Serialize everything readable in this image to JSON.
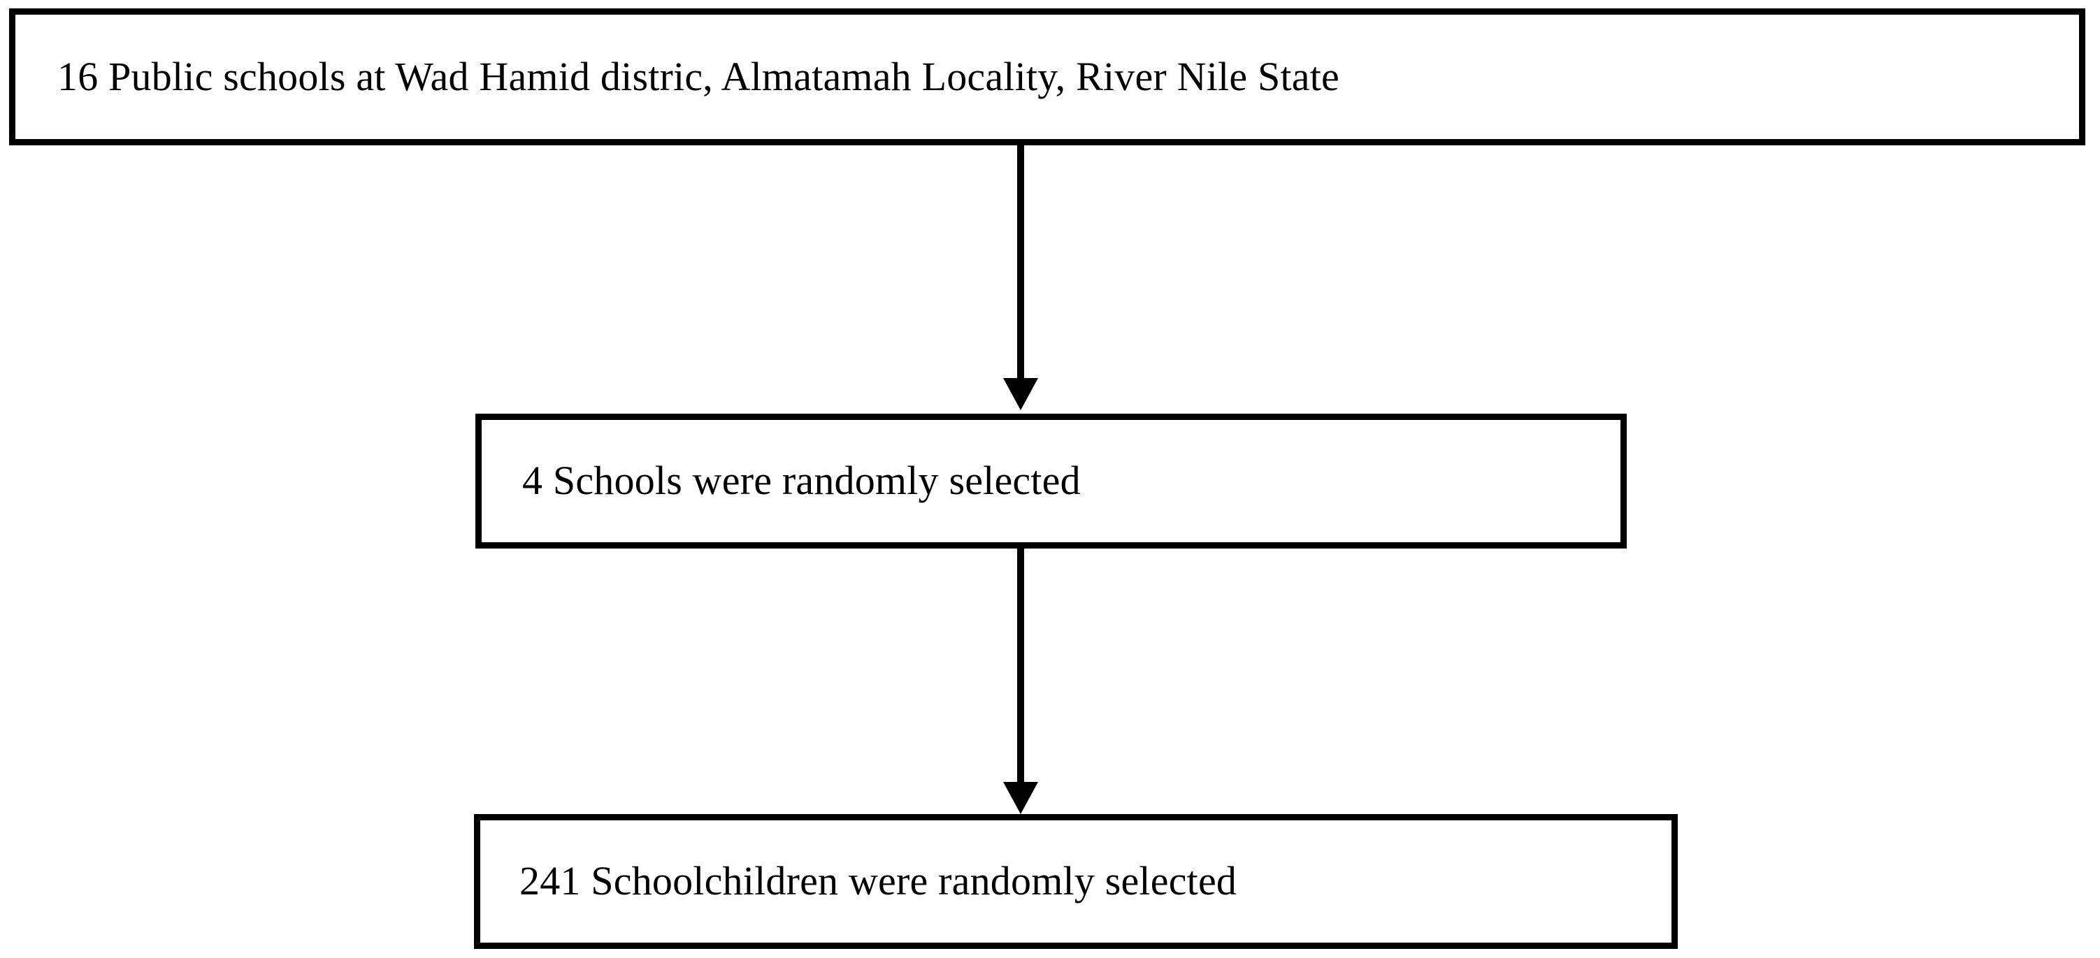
{
  "figure": {
    "type": "flowchart",
    "orientation": "vertical-top-down",
    "background_color": "#ffffff",
    "stroke_color": "#000000",
    "nodes": [
      {
        "id": "population",
        "label": "16 Public schools at Wad Hamid distric, Almatamah Locality, River Nile State",
        "shape": "rectangle",
        "count": 16,
        "unit": "Public schools"
      },
      {
        "id": "schools",
        "label": "4 Schools were randomly selected",
        "shape": "rectangle",
        "count": 4,
        "unit": "Schools"
      },
      {
        "id": "children",
        "label": "241 Schoolchildren were randomly selected",
        "shape": "rectangle",
        "count": 241,
        "unit": "Schoolchildren"
      }
    ],
    "connectors": [
      {
        "id": "arrow-population-to-schools",
        "from": "population",
        "to": "schools",
        "style": "solid-arrow-down"
      },
      {
        "id": "arrow-schools-to-children",
        "from": "schools",
        "to": "children",
        "style": "solid-arrow-down"
      }
    ]
  }
}
